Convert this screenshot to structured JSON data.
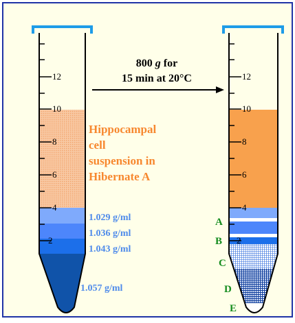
{
  "colors": {
    "background": "#FFFFE9",
    "border": "#1F33A6",
    "cap": "#1E9CE8",
    "suspension_label": "#F7882F",
    "density_label": "#4F8BEA",
    "band_label": "#158C1E",
    "layer_1029": "#7FAAFC",
    "layer_1036": "#4D86FB",
    "layer_1043": "#1C6FEA",
    "layer_1057": "#1053A9"
  },
  "centrifugation": {
    "line1_value": "800 ",
    "line1_unit": "g",
    "line1_suffix": " for",
    "line2": "15 min at 20°C"
  },
  "tube_scale": [
    "12",
    "10",
    "8",
    "6",
    "4",
    "2"
  ],
  "suspension_label": [
    "Hippocampal",
    "cell",
    "suspension in",
    "Hibernate A"
  ],
  "density_labels": [
    "1.029 g/ml",
    "1.036 g/ml",
    "1.043 g/ml",
    "1.057 g/ml"
  ],
  "band_labels": [
    "A",
    "B",
    "C",
    "D",
    "E"
  ]
}
